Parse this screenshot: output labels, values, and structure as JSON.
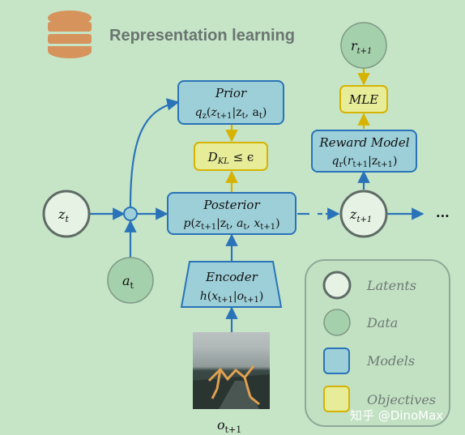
{
  "title": "Representation learning",
  "prior": {
    "label": "Prior",
    "formula": "q_z(z_{t+1}|z_t, a_t)"
  },
  "kl_objective": {
    "formula": "D_KL ≤ ϵ"
  },
  "posterior": {
    "label": "Posterior",
    "formula": "p(z_{t+1}|z_t, a_t, x_{t+1})"
  },
  "encoder": {
    "label": "Encoder",
    "formula": "h(x_{t+1}|o_{t+1})"
  },
  "reward_model": {
    "label": "Reward Model",
    "formula": "q_r(r_{t+1}|z_{t+1})"
  },
  "mle": {
    "label": "MLE"
  },
  "nodes": {
    "z_t": "z_t",
    "a_t": "a_t",
    "z_t1": "z_{t+1}",
    "r_t1": "r_{t+1}",
    "o_t1": "o_{t+1}"
  },
  "ellipsis": "...",
  "legend": [
    "Latents",
    "Data",
    "Models",
    "Objectives"
  ],
  "watermark": "知乎 @DinoMax",
  "colors": {
    "background": "#c6e5c7",
    "model_fill": "#9ccfd8",
    "model_stroke": "#2a73b8",
    "objective_fill": "#e6ec98",
    "objective_stroke": "#d6b300",
    "latent_fill": "#e5f2e4",
    "data_fill": "#a5d0ac",
    "icon": "#d6935c"
  },
  "icons": [
    "database-icon"
  ]
}
